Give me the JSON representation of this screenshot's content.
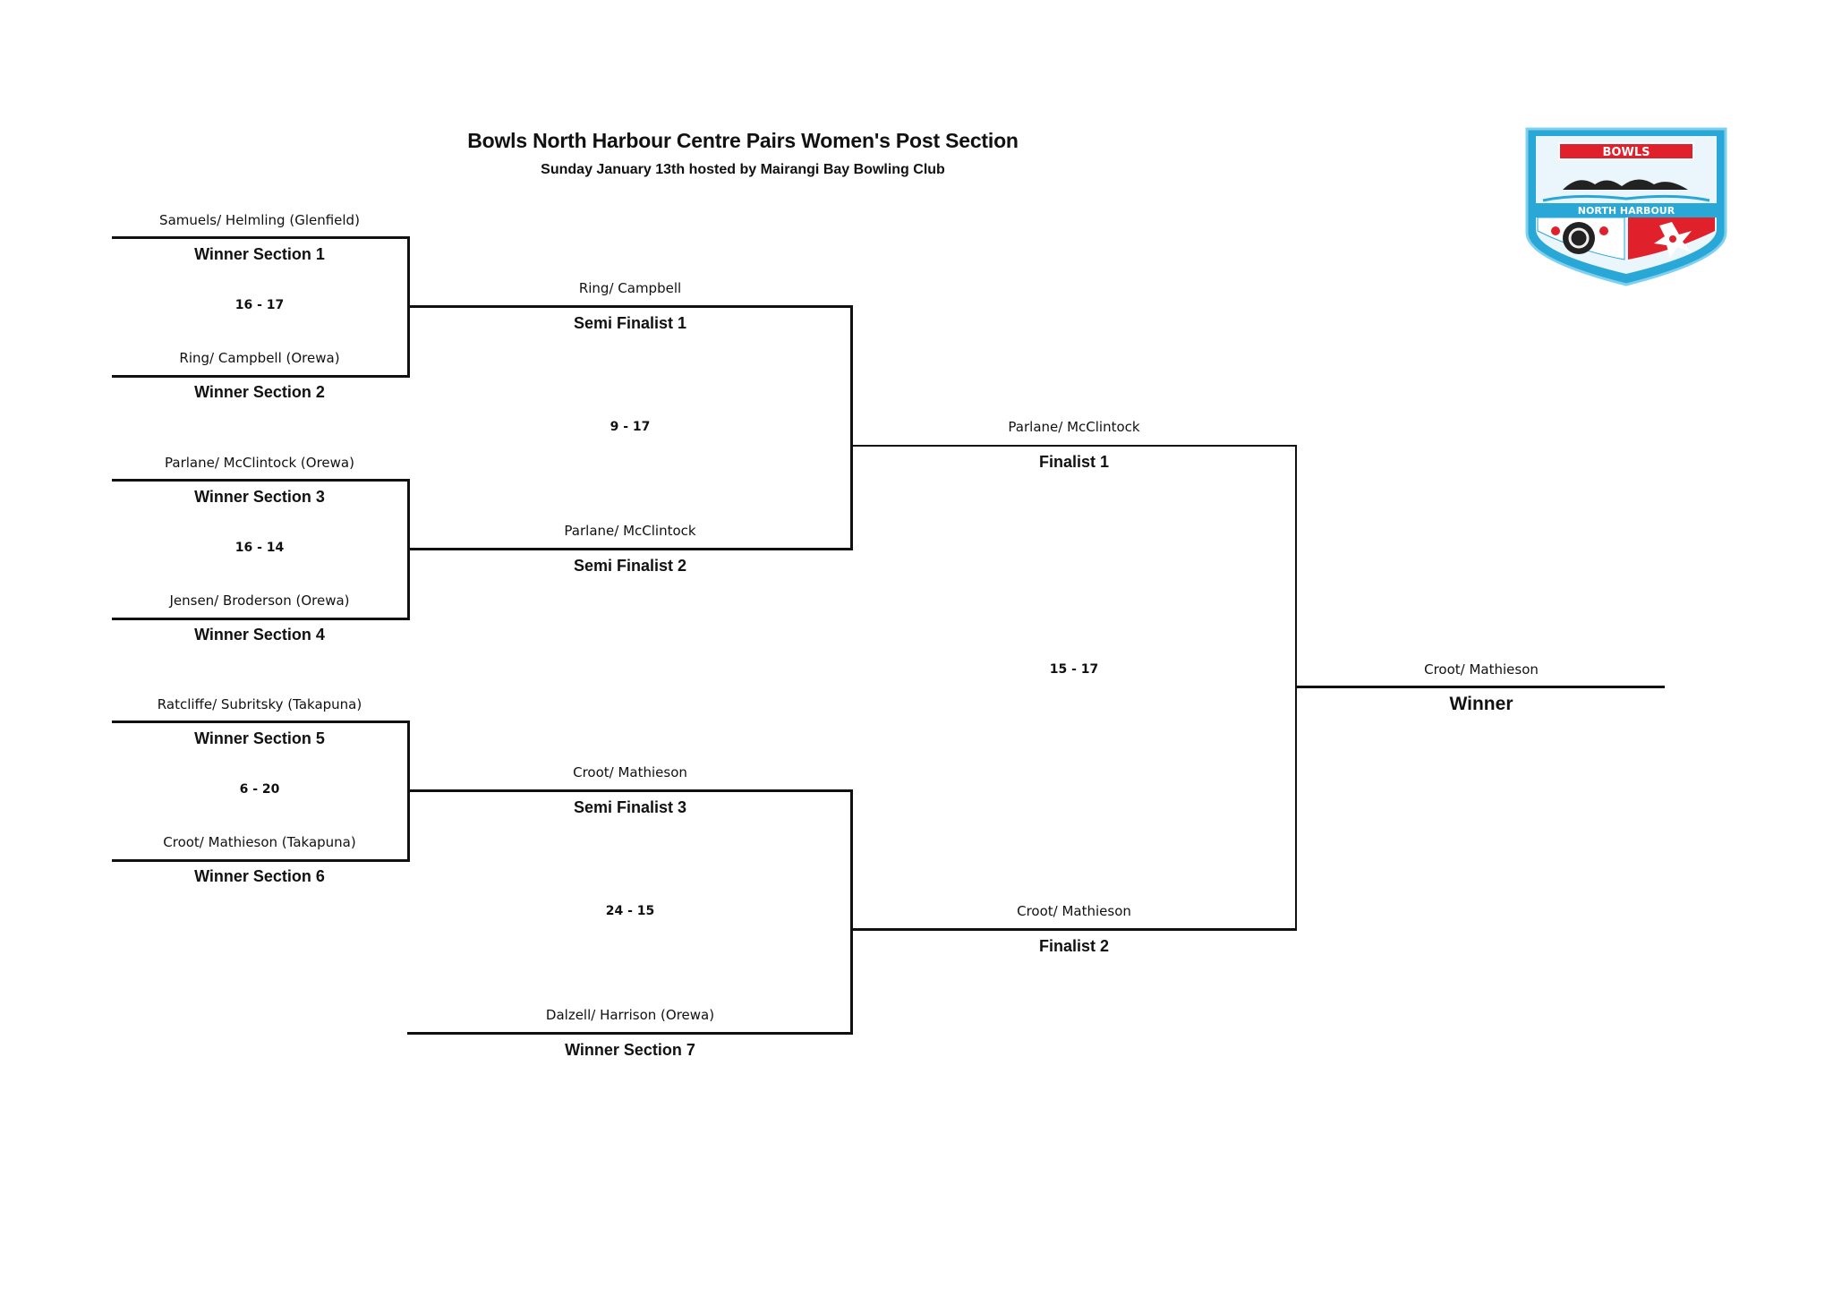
{
  "header": {
    "title": "Bowls North Harbour Centre Pairs Women's Post Section",
    "subtitle": "Sunday January 13th hosted by Mairangi Bay Bowling Club"
  },
  "logo": {
    "top_text": "BOWLS",
    "band_text": "NORTH HARBOUR",
    "colors": {
      "sky": "#29a8d8",
      "red": "#e0202a",
      "white": "#ffffff",
      "dark": "#222222"
    }
  },
  "round1": [
    {
      "top": {
        "team": "Samuels/ Helmling (Glenfield)",
        "label": "Winner Section 1"
      },
      "score": "16 - 17",
      "bottom": {
        "team": "Ring/ Campbell (Orewa)",
        "label": "Winner Section 2"
      }
    },
    {
      "top": {
        "team": "Parlane/ McClintock (Orewa)",
        "label": "Winner Section 3"
      },
      "score": "16 - 14",
      "bottom": {
        "team": "Jensen/ Broderson (Orewa)",
        "label": "Winner Section 4"
      }
    },
    {
      "top": {
        "team": "Ratcliffe/ Subritsky (Takapuna)",
        "label": "Winner Section 5"
      },
      "score": "6 - 20",
      "bottom": {
        "team": "Croot/ Mathieson (Takapuna)",
        "label": "Winner Section 6"
      }
    }
  ],
  "semis": [
    {
      "team": "Ring/ Campbell",
      "label": "Semi Finalist 1"
    },
    {
      "team": "Parlane/ McClintock",
      "label": "Semi Finalist 2"
    },
    {
      "team": "Croot/ Mathieson",
      "label": "Semi Finalist 3"
    },
    {
      "team": "Dalzell/ Harrison (Orewa)",
      "label": "Winner Section 7"
    }
  ],
  "semi_scores": [
    "9 - 17",
    "24 - 15"
  ],
  "finalists": [
    {
      "team": "Parlane/ McClintock",
      "label": "Finalist 1"
    },
    {
      "team": "Croot/ Mathieson",
      "label": "Finalist 2"
    }
  ],
  "final_score": "15 - 17",
  "champion": {
    "team": "Croot/ Mathieson",
    "label": "Winner"
  }
}
